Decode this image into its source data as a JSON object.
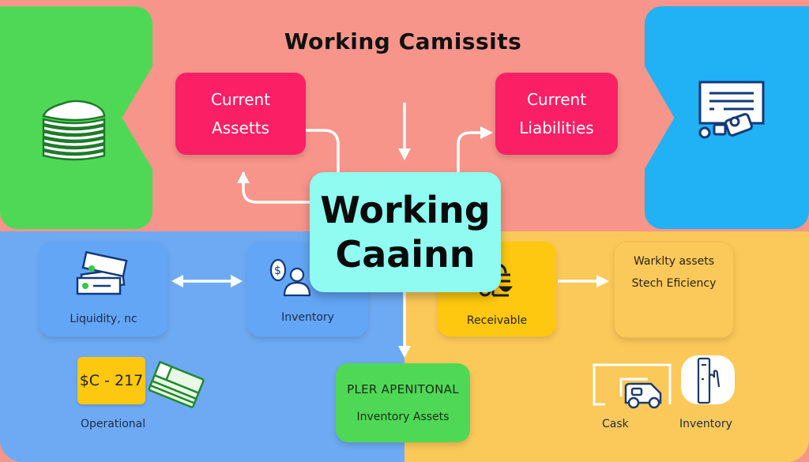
{
  "title": "Working Camissits",
  "center": {
    "line1": "Working",
    "line2": "Caainn"
  },
  "current_assets": {
    "line1": "Current",
    "line2": "Assetts"
  },
  "current_liabilities": {
    "line1": "Current",
    "line2": "Liabilities"
  },
  "cards": {
    "liquidity": {
      "label": "Liquidity, nc",
      "icon": "banknotes-icon"
    },
    "inventory_left": {
      "label": "Inventory",
      "icon": "investor-person-icon"
    },
    "receivable": {
      "label": "Receivable",
      "icon": "scale-shower-icon"
    },
    "efficiency": {
      "line1": "Warklty assets",
      "line2": "Stech Eficiency"
    }
  },
  "operational": {
    "tag": "$C - 217",
    "label": "Operational",
    "icon": "cash-stack-icon"
  },
  "bottom_center": {
    "line1": "PLER APENITONAL",
    "line2": "Inventory Assets"
  },
  "bottom_right": {
    "cask": {
      "label": "Cask",
      "icon": "delivery-van-icon"
    },
    "inventory": {
      "label": "Inventory",
      "icon": "hand-phone-icon"
    }
  },
  "side_icons": {
    "left": "coin-stack-icon",
    "right": "invoice-payment-icon"
  },
  "colors": {
    "top_bg": "#f7958a",
    "green": "#4fd856",
    "sky": "#21b1f5",
    "pink": "#fb1f66",
    "cyan": "#8ffbf1",
    "blue": "#6eaaf3",
    "yellow": "#fbc95a",
    "gold": "#fdc80f"
  }
}
